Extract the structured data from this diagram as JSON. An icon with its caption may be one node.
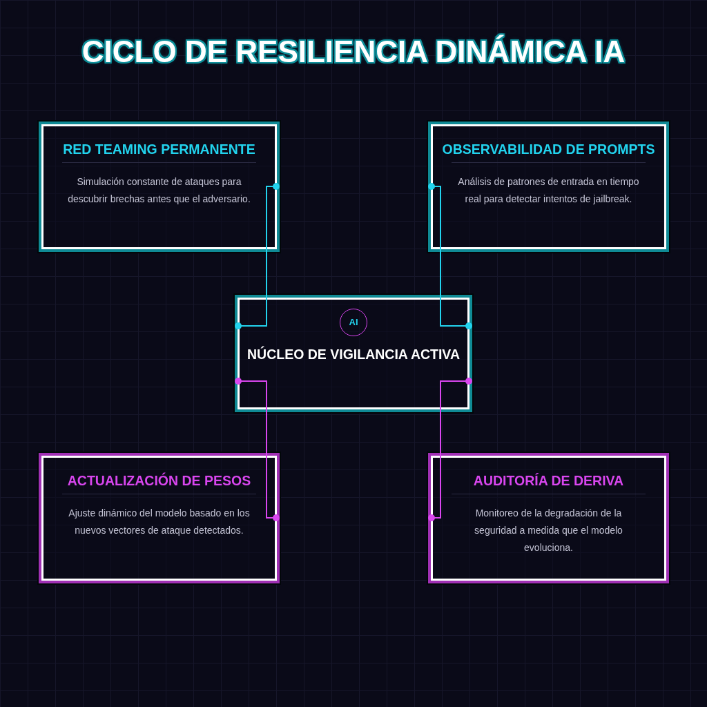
{
  "diagram": {
    "title": "CICLO DE RESILIENCIA DINÁMICA IA",
    "nodes": [
      {
        "text": [
          "RED TEAMING PERMANENTE",
          "Simulación constante de ataques para descubrir brechas antes que el adversario."
        ]
      },
      {
        "text": [
          "OBSERVABILIDAD DE PROMPTS",
          "Análisis de patrones de entrada en tiempo real para detectar intentos de jailbreak."
        ]
      },
      {
        "text": [
          "NÚCLEO DE VIGILANCIA ACTIVA"
        ]
      },
      {
        "text": [
          "AI"
        ],
        "in": 2
      },
      {
        "text": [
          "ACTUALIZACIÓN DE PESOS",
          "Ajuste dinámico del modelo basado en los nuevos vectores de ataque detectados."
        ]
      },
      {
        "text": [
          "AUDITORÍA DE DERIVA",
          "Monitoreo de la degradación de la seguridad a medida que el modelo evoluciona."
        ]
      }
    ],
    "edges": [
      {
        "from": 0,
        "to": 2,
        "arrow": "other",
        "color": "#22d3ee"
      },
      {
        "from": 1,
        "to": 2,
        "arrow": "other",
        "color": "#22d3ee"
      },
      {
        "from": 2,
        "to": 4,
        "arrow": "other",
        "color": "#d946ef"
      },
      {
        "from": 2,
        "to": 5,
        "arrow": "other",
        "color": "#d946ef"
      }
    ]
  }
}
